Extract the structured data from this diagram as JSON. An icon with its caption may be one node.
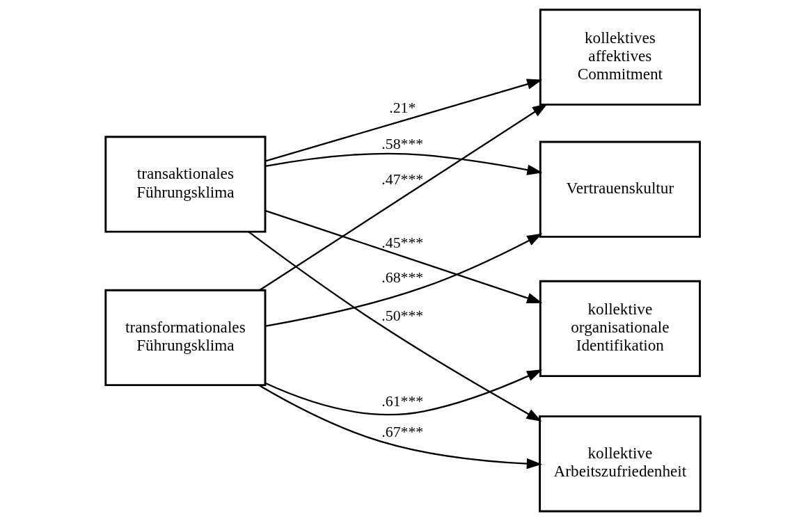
{
  "diagram": {
    "nodes": [
      {
        "text": [
          "transaktionales Führungsklima"
        ]
      },
      {
        "text": [
          "transformationales Führungsklima"
        ]
      },
      {
        "text": [
          "kollektives affektives Commitment"
        ]
      },
      {
        "text": [
          "kollektive Arbeitszufriedenheit"
        ]
      },
      {
        "text": [
          "kollektive organisationale Identifikation"
        ]
      },
      {
        "text": [
          "Vertrauenskultur"
        ]
      }
    ],
    "edges": [
      {
        "from": 0,
        "to": 2,
        "arrow": "to",
        "label": ".21*"
      },
      {
        "from": 0,
        "to": 3,
        "arrow": "to",
        "label": ".50***"
      },
      {
        "from": 0,
        "to": 4,
        "arrow": "to",
        "label": ".45***"
      },
      {
        "from": 0,
        "to": 5,
        "arrow": "to",
        "label": ".58***"
      },
      {
        "from": 1,
        "to": 2,
        "arrow": "to",
        "label": ".47***"
      },
      {
        "from": 1,
        "to": 3,
        "arrow": "to",
        "label": ".67***"
      },
      {
        "from": 1,
        "to": 4,
        "arrow": "to",
        "label": ".61***"
      },
      {
        "from": 1,
        "to": 5,
        "arrow": "to",
        "label": ".68***"
      }
    ]
  }
}
